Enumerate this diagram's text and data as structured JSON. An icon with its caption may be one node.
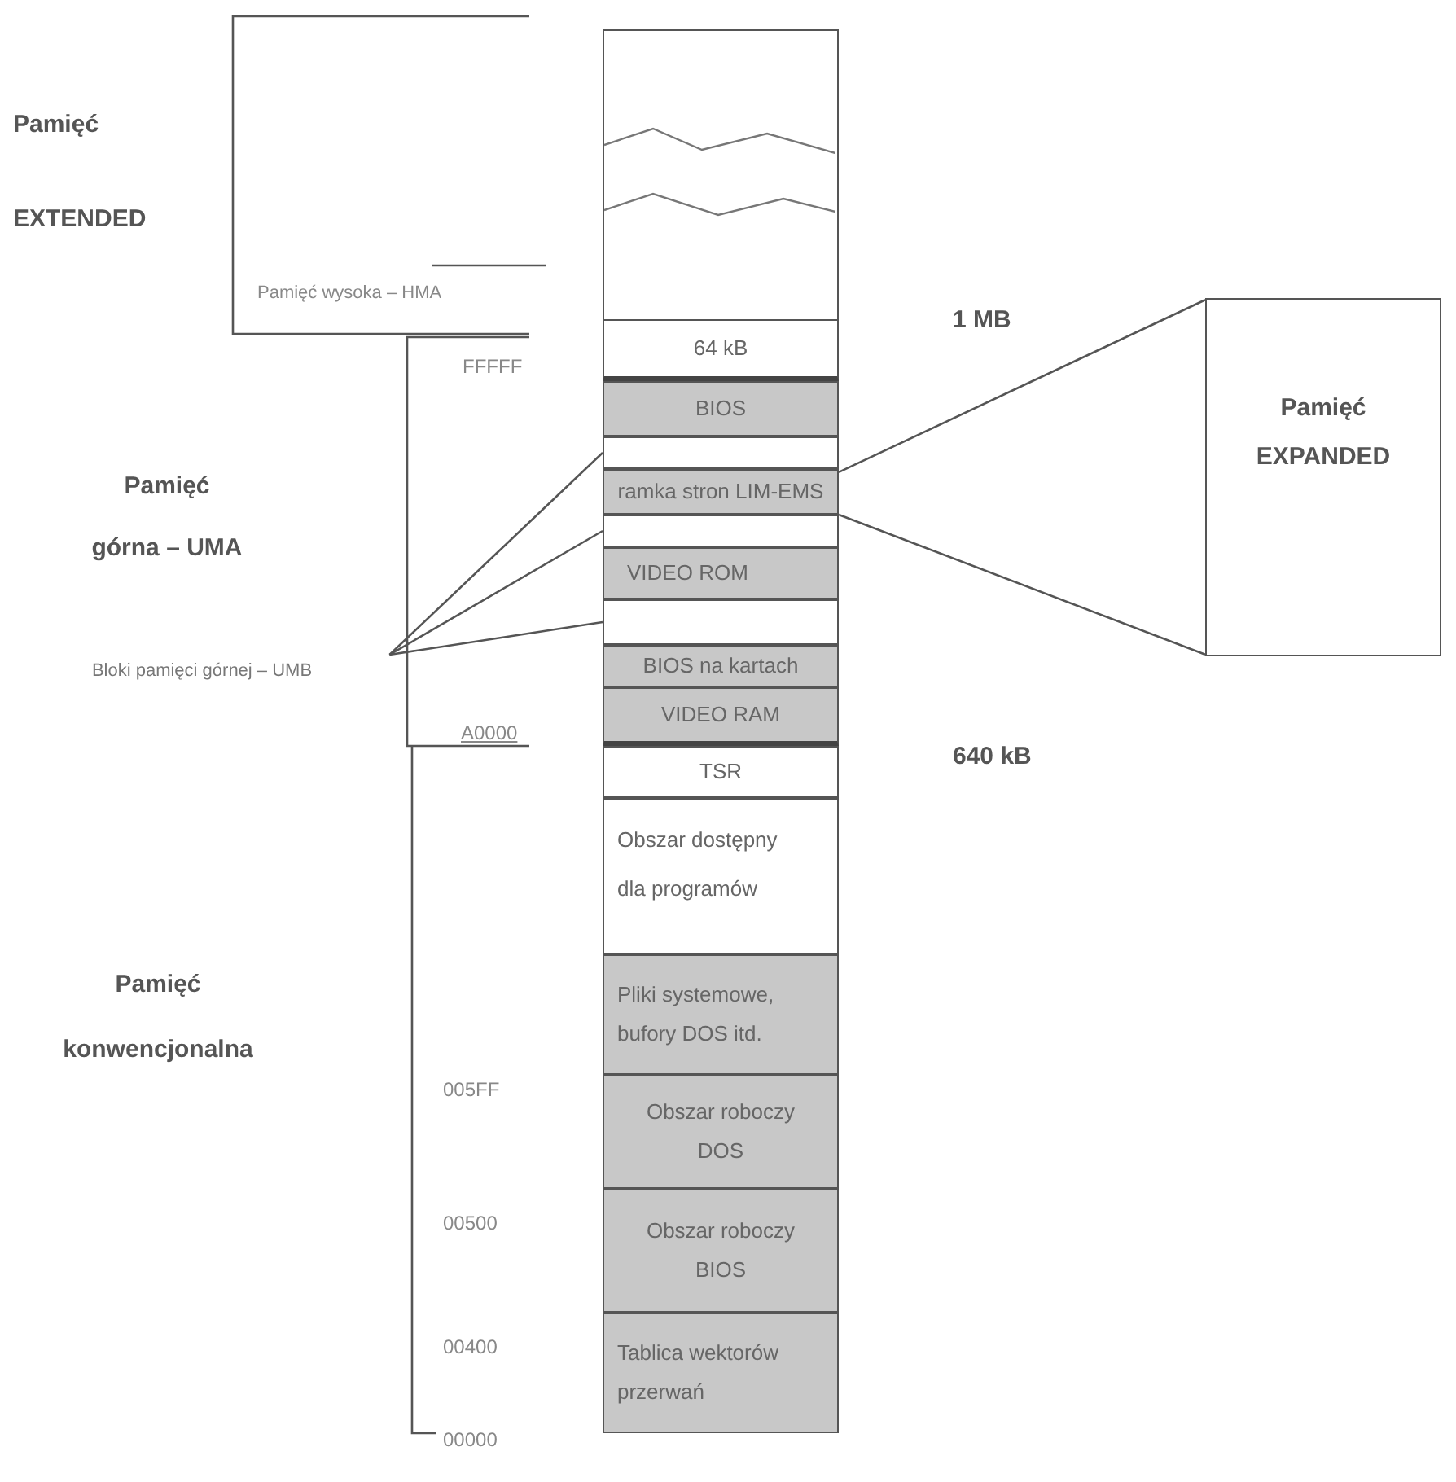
{
  "diagram": {
    "nodes": [
      {
        "text": [],
        "shape": "box"
      },
      {
        "text": [
          "64 kB"
        ]
      },
      {
        "text": [
          "BIOS"
        ]
      },
      {
        "text": [],
        "shape": "box"
      },
      {
        "text": [
          "ramka stron LIM-EMS"
        ]
      },
      {
        "text": [],
        "shape": "box"
      },
      {
        "text": [
          "VIDEO ROM"
        ]
      },
      {
        "text": [],
        "shape": "box"
      },
      {
        "text": [
          "BIOS na kartach"
        ]
      },
      {
        "text": [
          "VIDEO RAM"
        ]
      },
      {
        "text": [
          "TSR"
        ]
      },
      {
        "text": [
          "Obszar dostępny dla programów"
        ]
      },
      {
        "text": [
          "Pliki systemowe, bufory DOS itd."
        ]
      },
      {
        "text": [
          "Obszar roboczy DOS"
        ]
      },
      {
        "text": [
          "Obszar roboczy BIOS"
        ]
      },
      {
        "text": [
          "Tablica wektorów przerwań"
        ]
      },
      {
        "text": [
          "Pamięć EXPANDED"
        ]
      },
      {
        "text": [
          "Bloki pamięci górnej – UMB"
        ]
      }
    ],
    "edges": [
      {
        "from": 4,
        "to": 16,
        "arrow": "none"
      },
      {
        "from": 4,
        "to": 16,
        "arrow": "none"
      },
      {
        "from": 17,
        "to": 3,
        "arrow": "none"
      },
      {
        "from": 17,
        "to": 5,
        "arrow": "none"
      },
      {
        "from": 17,
        "to": 7,
        "arrow": "none"
      }
    ],
    "labels": [
      "Pamięć EXTENDED",
      "Pamięć wysoka – HMA",
      "1 MB",
      "FFFFF",
      "Pamięć górna – UMA",
      "A0000",
      "640 kB",
      "Pamięć konwencjonalna",
      "005FF",
      "00500",
      "00400",
      "00000"
    ]
  }
}
